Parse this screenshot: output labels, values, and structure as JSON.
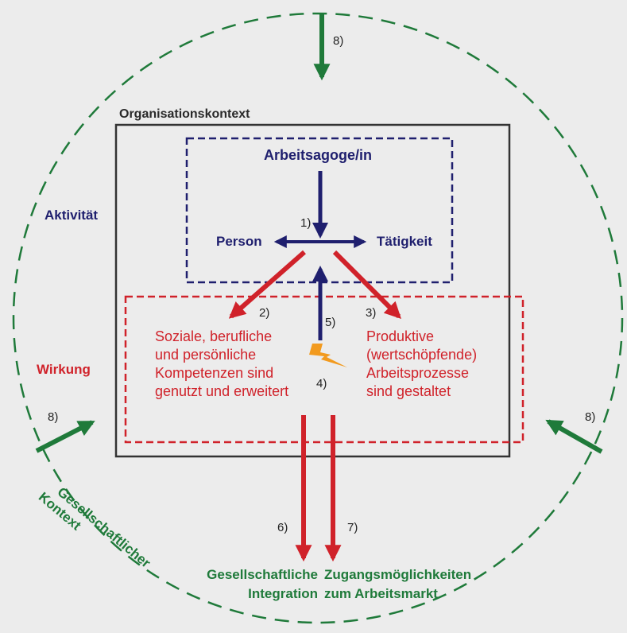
{
  "labels": {
    "organisationskontext": "Organisationskontext",
    "arbeitsagoge": "Arbeitsagoge/in",
    "person": "Person",
    "taetigkeit": "Tätigkeit",
    "aktivitaet": "Aktivität",
    "wirkung": "Wirkung",
    "gesellschaftlicher": "Gesellschaftlicher",
    "kontext": "Kontext",
    "left_outcome": [
      "Soziale, berufliche",
      "und persönliche",
      "Kompetenzen sind",
      "genutzt und erweitert"
    ],
    "right_outcome": [
      "Produktive",
      "(wertschöpfende)",
      "Arbeitsprozesse",
      "sind gestaltet"
    ],
    "integration": [
      "Gesellschaftliche",
      "Integration"
    ],
    "zugang": [
      "Zugangsmöglichkeiten",
      "zum Arbeitsmarkt"
    ]
  },
  "numbers": {
    "n1": "1)",
    "n2": "2)",
    "n3": "3)",
    "n4": "4)",
    "n5": "5)",
    "n6": "6)",
    "n7": "7)",
    "n8_top": "8)",
    "n8_left": "8)",
    "n8_right": "8)"
  },
  "colors": {
    "navy": "#1f1f6e",
    "red": "#d0222a",
    "green": "#1f7a3a",
    "orange": "#f29a1e",
    "frame": "#333333",
    "background": "#ececec"
  },
  "icons": {
    "lightning": "lightning-icon"
  }
}
